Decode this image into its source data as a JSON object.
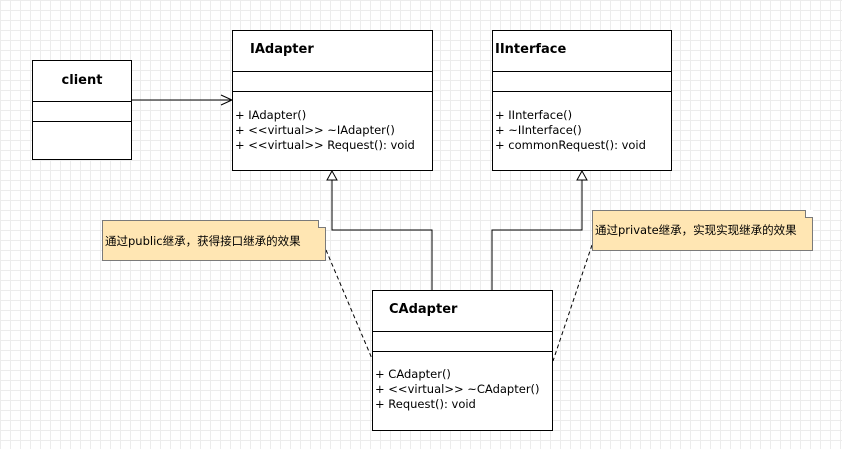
{
  "classes": {
    "client": {
      "name": "client"
    },
    "iadapter": {
      "name": "IAdapter",
      "operations": [
        "+ IAdapter()",
        "+ <<virtual>> ~IAdapter()",
        "+ <<virtual>> Request(): void"
      ]
    },
    "iinterface": {
      "name": "IInterface",
      "operations": [
        "+ IInterface()",
        "+ ~IInterface()",
        "+ commonRequest(): void"
      ]
    },
    "cadapter": {
      "name": "CAdapter",
      "operations": [
        "+ CAdapter()",
        "+ <<virtual>> ~CAdapter()",
        "+ Request(): void"
      ]
    }
  },
  "notes": {
    "public_note": "通过public继承，获得接口继承的效果",
    "private_note": "通过private继承，实现实现继承的效果"
  },
  "colors": {
    "note_fill": "#ffe6b3",
    "grid": "#ececec",
    "line": "#000000"
  }
}
